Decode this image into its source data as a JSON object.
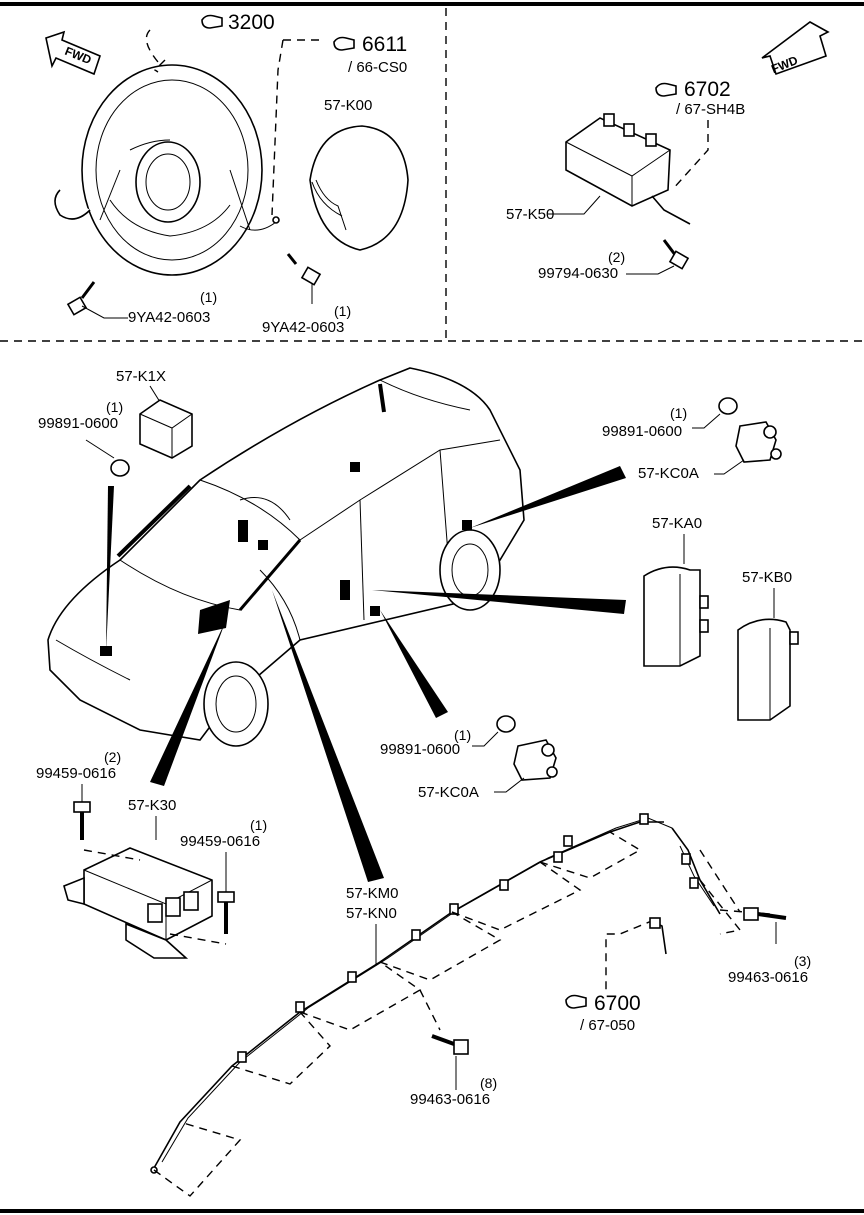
{
  "refs": {
    "steering_wheel": {
      "num": "3200",
      "sub": ""
    },
    "clock_spring": {
      "num": "6611",
      "sub": "/ 66-CS0"
    },
    "passenger_module": {
      "num": "6702",
      "sub": "/ 67-SH4B"
    },
    "harness": {
      "num": "6700",
      "sub": "/ 67-050"
    }
  },
  "fwd": {
    "left": "FWD",
    "right": "FWD"
  },
  "parts": {
    "driver_airbag": "57-K00",
    "passenger_airbag": "57-K50",
    "crash_sensor": "57-K1X",
    "side_sensor_upper": "57-KC0A",
    "side_sensor_lower": "57-KC0A",
    "seat_airbag_a": "57-KA0",
    "seat_airbag_b": "57-KB0",
    "control_unit": "57-K30",
    "curtain_a": "57-KM0",
    "curtain_b": "57-KN0"
  },
  "bolts": {
    "b1": {
      "num": "9YA42-0603",
      "qty": "(1)"
    },
    "b2": {
      "num": "9YA42-0603",
      "qty": "(1)"
    },
    "b3": {
      "num": "99794-0630",
      "qty": "(2)"
    },
    "b4": {
      "num": "99891-0600",
      "qty": "(1)"
    },
    "b5": {
      "num": "99891-0600",
      "qty": "(1)"
    },
    "b6": {
      "num": "99891-0600",
      "qty": "(1)"
    },
    "b7": {
      "num": "99459-0616",
      "qty": "(2)"
    },
    "b8": {
      "num": "99459-0616",
      "qty": "(1)"
    },
    "b9": {
      "num": "99463-0616",
      "qty": "(3)"
    },
    "b10": {
      "num": "99463-0616",
      "qty": "(8)"
    }
  }
}
